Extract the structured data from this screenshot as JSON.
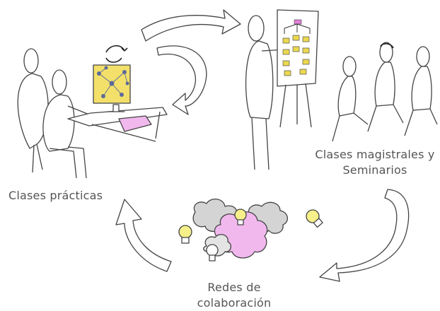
{
  "labels": {
    "practicas": "Clases prácticas",
    "magistrales_line1": "Clases magistrales y",
    "magistrales_line2": "Seminarios",
    "redes_line1": "Redes de",
    "redes_line2": "colaboración"
  },
  "colors": {
    "outline": "#444444",
    "arrow_fill": "#ffffff",
    "board_yellow": "#f3e06a",
    "note_yellow": "#ecd84e",
    "cloud_pink": "#f1b8ee",
    "cloud_grey": "#d4d4d4",
    "bulb_yellow": "#f6f08a",
    "text": "#555555"
  }
}
